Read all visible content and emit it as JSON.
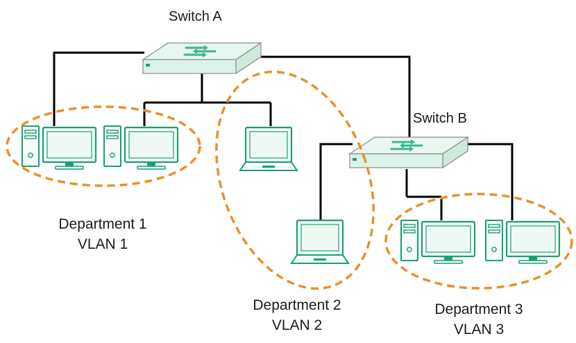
{
  "switches": {
    "a": {
      "label": "Switch A",
      "icon": "network-switch-icon"
    },
    "b": {
      "label": "Switch B",
      "icon": "network-switch-icon"
    }
  },
  "departments": [
    {
      "name": "Department 1",
      "vlan": "VLAN 1",
      "devices": [
        "desktop-computer-icon",
        "desktop-computer-icon"
      ]
    },
    {
      "name": "Department 2",
      "vlan": "VLAN 2",
      "devices": [
        "laptop-icon",
        "laptop-icon"
      ]
    },
    {
      "name": "Department 3",
      "vlan": "VLAN 3",
      "devices": [
        "desktop-computer-icon",
        "desktop-computer-icon"
      ]
    }
  ],
  "colors": {
    "vlan_outline": "#ec8e2a",
    "switch_body": "#dbf2e8",
    "switch_top": "#e8f7f0",
    "switch_arrows": "#39b78a",
    "device_accent": "#1a9f70",
    "device_screen": "#eef9f4",
    "cable": "#000000"
  }
}
